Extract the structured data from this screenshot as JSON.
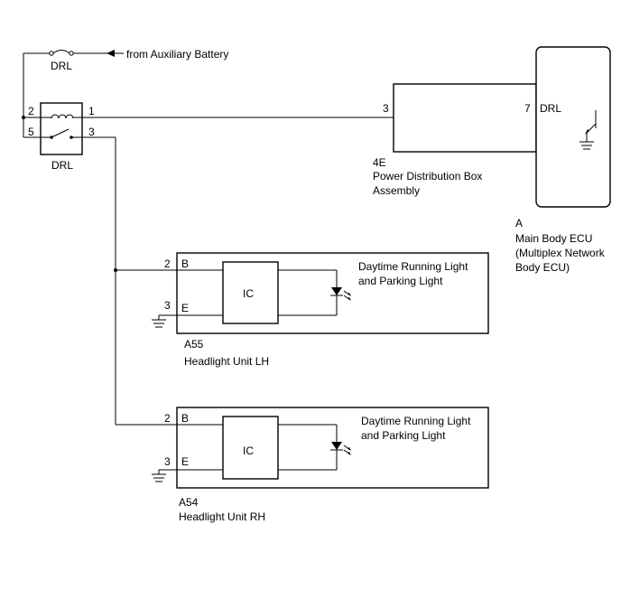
{
  "diagram": {
    "fuse": {
      "label": "DRL"
    },
    "battery_source": {
      "label": "from Auxiliary Battery"
    },
    "relay": {
      "label": "DRL",
      "pins": {
        "coil_in": "2",
        "coil_out": "1",
        "switch_in": "5",
        "switch_out": "3"
      }
    },
    "distribution_box": {
      "code": "4E",
      "name_line1": "Power Distribution Box",
      "name_line2": "Assembly",
      "pin_in": "3",
      "pin_out": "7"
    },
    "ecu": {
      "code": "A",
      "pin": "7",
      "terminal": "DRL",
      "name_line1": "Main Body ECU",
      "name_line2": "(Multiplex Network",
      "name_line3": "Body ECU)"
    },
    "headlights": [
      {
        "code": "A55",
        "name": "Headlight Unit LH",
        "pin_b": "2",
        "term_b": "B",
        "pin_e": "3",
        "term_e": "E",
        "ic_label": "IC",
        "light_line1": "Daytime Running Light",
        "light_line2": "and Parking Light"
      },
      {
        "code": "A54",
        "name": "Headlight Unit RH",
        "pin_b": "2",
        "term_b": "B",
        "pin_e": "3",
        "term_e": "E",
        "ic_label": "IC",
        "light_line1": "Daytime Running Light",
        "light_line2": "and Parking Light"
      }
    ]
  }
}
